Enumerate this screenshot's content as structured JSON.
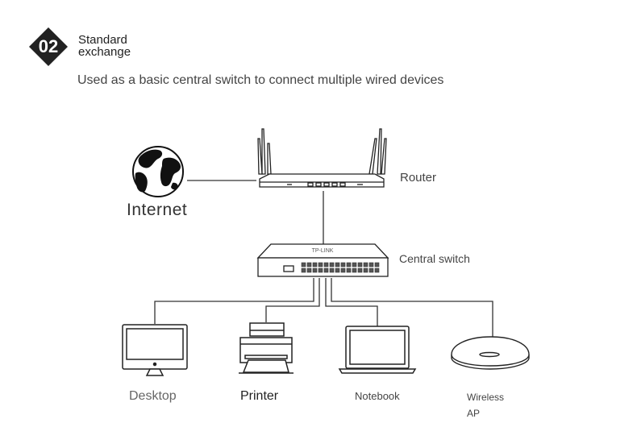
{
  "header": {
    "badge_number": "02",
    "title_line1": "Standard",
    "title_line2": "exchange",
    "subtitle": "Used as a basic central switch to connect multiple wired devices"
  },
  "nodes": {
    "internet": "Internet",
    "router": "Router",
    "switch": "Central switch",
    "switch_brand": "TP-LINK",
    "desktop": "Desktop",
    "printer": "Printer",
    "notebook": "Notebook",
    "wireless_ap": "Wireless AP"
  },
  "icons": [
    "globe-icon",
    "router-icon",
    "switch-icon",
    "desktop-icon",
    "printer-icon",
    "notebook-icon",
    "wireless-ap-icon"
  ],
  "colors": {
    "badge": "#222222",
    "line": "#333333"
  }
}
